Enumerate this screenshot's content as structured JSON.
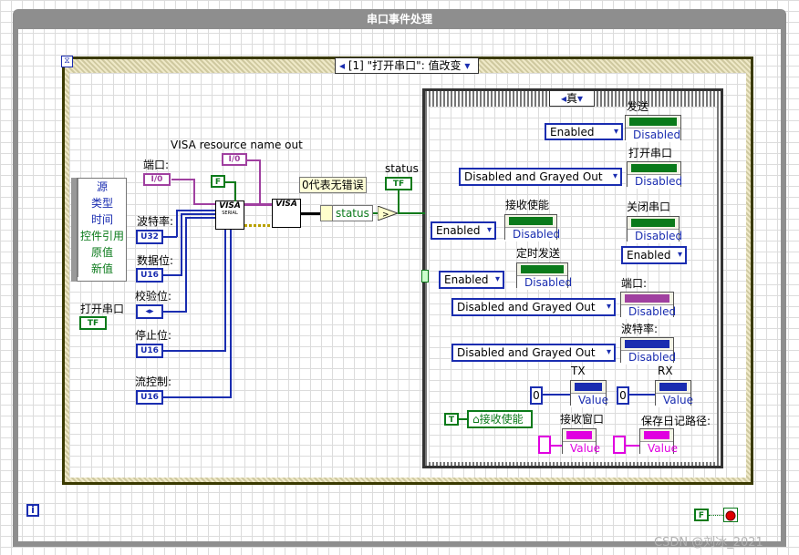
{
  "title": "串口事件处理",
  "event_structure": {
    "selector": "[1] \"打开串口\": 值改变",
    "data_node_items": [
      "源",
      "类型",
      "时间",
      "控件引用",
      "原值",
      "新值"
    ]
  },
  "case_structure": {
    "selector": "真"
  },
  "left_controls": {
    "port_label": "端口:",
    "port_type": "I/0",
    "baud_label": "波特率:",
    "baud_type": "U32",
    "databits_label": "数据位:",
    "databits_type": "U16",
    "parity_label": "校验位:",
    "parity_type": "◂▸",
    "stopbits_label": "停止位:",
    "stopbits_type": "U16",
    "flow_label": "流控制:",
    "flow_type": "U16",
    "open_label": "打开串口",
    "open_type": "TF"
  },
  "visa": {
    "resource_name_out_label": "VISA resource name out",
    "resource_type": "I/0",
    "f_const": "F",
    "serial_title": "VISA",
    "serial_sub": "SERIAL",
    "close_title": "VISA"
  },
  "status": {
    "comment": "0代表无错误",
    "unbundle": "status",
    "label": "status",
    "type": "TF"
  },
  "case_items": [
    {
      "label": "发送",
      "enum": "Enabled",
      "prop": "Disabled"
    },
    {
      "label": "打开串口",
      "enum": "Disabled and Grayed Out",
      "prop": "Disabled"
    },
    {
      "label": "接收使能",
      "enum": "Enabled",
      "prop": "Disabled"
    },
    {
      "label": "关闭串口",
      "enum": "Enabled",
      "prop": "Disabled"
    },
    {
      "label": "定时发送",
      "enum": "Enabled",
      "prop": "Disabled"
    },
    {
      "label": "端口:",
      "enum": "Disabled and Grayed Out",
      "prop": "Disabled"
    },
    {
      "label": "波特率:",
      "enum": "Disabled and Grayed Out",
      "prop": "Disabled"
    }
  ],
  "tx": {
    "label": "TX",
    "const": "0",
    "prop": "Value"
  },
  "rx": {
    "label": "RX",
    "const": "0",
    "prop": "Value"
  },
  "recv_enable": {
    "const": "T",
    "ref": "接收使能"
  },
  "recv_window": {
    "label": "接收窗口",
    "prop": "Value"
  },
  "save_path": {
    "label": "保存日记路径:",
    "prop": "Value"
  },
  "bottom": {
    "info": "i",
    "f_const": "F",
    "watermark": "CSDN @刘冰_2021"
  },
  "colors": {
    "blue": "#1a2db0",
    "green": "#0a7a1a",
    "purple": "#a040a0",
    "magenta": "#e000e0"
  }
}
